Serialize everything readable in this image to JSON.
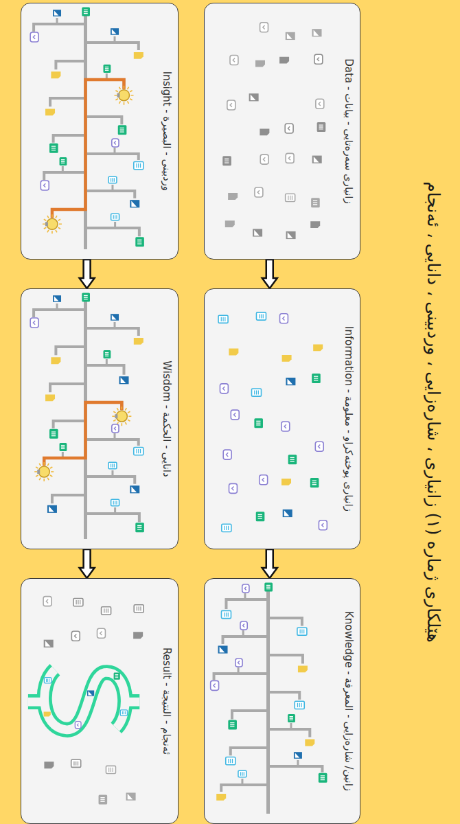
{
  "diagram": {
    "title": "هێلکاری ژمارە (١) زانیاری ، شارەزایی ، وردبینی ، دانایی ، ئەنجام",
    "nodes": [
      {
        "text": [
          "زانیاری سەرەتایی - بیانات - Data"
        ]
      },
      {
        "text": [
          "زانیاری پوختەکراو - معلومة - Information"
        ]
      },
      {
        "text": [
          "زانین/ شارەزایی - المعرفة - Knowledge"
        ]
      },
      {
        "text": [
          "وردبینی - البصیرة - Insight"
        ]
      },
      {
        "text": [
          "دانایی - الحكمة - Wisdom"
        ]
      },
      {
        "text": [
          "ئەنجام - النتیجة - Result"
        ]
      }
    ],
    "edges": [
      {
        "from": 0,
        "to": 1,
        "arrow": "to"
      },
      {
        "from": 1,
        "to": 2,
        "arrow": "to"
      },
      {
        "from": 3,
        "to": 4,
        "arrow": "to"
      },
      {
        "from": 4,
        "to": 5,
        "arrow": "to"
      }
    ]
  }
}
